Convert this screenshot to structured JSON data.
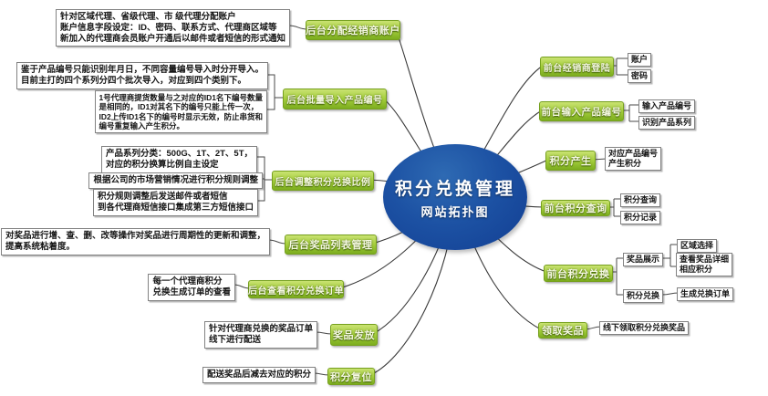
{
  "center": {
    "title": "积分兑换管理",
    "subtitle": "网站拓扑图"
  },
  "back": {
    "assign": {
      "label": "后台分配经销商账户",
      "note": "针对区域代理、省级代理、市 级代理分配账户\n账户信息字段设定：ID、密码、联系方式、代理商区域等\n新加入的代理商会员账户开通后以邮件或者短信的形式通知"
    },
    "import": {
      "label": "后台批量导入产品编号",
      "note_top": "鉴于产品编号只能识别年月日，不同容量编号导入时分开导入。\n目前主打的四个系列分四个批次导入，对应到四个类别下。",
      "note_detail": "1号代理商提货数量与之对应的ID1名下编号数量\n是相同的，ID1对其名下的编号只能上传一次，\nID2上传ID1名下的编号时显示无效，防止串货和\n编号重复输入产生积分。"
    },
    "ratio": {
      "label": "后台调整积分兑换比例",
      "note_series": "产品系列分类：500G、1T、2T、5T，\n对应的积分换算比例自主设定",
      "note_market": "根据公司的市场营销情况进行积分规则调整",
      "note_notify": "积分规则调整后发送邮件或者短信\n到各代理商短信接口集成第三方短信接口"
    },
    "prize_list": {
      "label": "后台奖品列表管理",
      "note": "对奖品进行增、查、删、改等操作对奖品进行周期性的更新和调整，\n提高系统粘着度。"
    },
    "orders": {
      "label": "后台查看积分兑换订单",
      "note": "每一个代理商积分\n兑换生成订单的查看"
    },
    "dispatch": {
      "label": "奖品发放",
      "note": "针对代理商兑换的奖品订单\n线下进行配送"
    },
    "reset": {
      "label": "积分复位",
      "note": "配送奖品后减去对应的积分"
    }
  },
  "front": {
    "login": {
      "label": "前台经销商登陆",
      "account": "账户",
      "password": "密码"
    },
    "input": {
      "label": "前台输入产品编号",
      "enter_code": "输入产品编号",
      "identify_series": "识别产品系列"
    },
    "generate": {
      "label": "积分产生",
      "note": "对应产品编号\n产生积分"
    },
    "query": {
      "label": "前台积分查询",
      "points_query": "积分查询",
      "points_record": "积分记录"
    },
    "exchange": {
      "label": "前台积分兑换",
      "prize_show": "奖品展示",
      "region_select": "区域选择",
      "prize_detail": "查看奖品详细\n相应积分",
      "points_exchange": "积分兑换",
      "create_order": "生成兑换订单"
    },
    "receive": {
      "label": "领取奖品",
      "note": "线下领取积分兑换奖品"
    }
  },
  "colors": {
    "node_green_top": "#c9e272",
    "node_green_bottom": "#7cad1e",
    "node_border": "#76a01e",
    "center_blue": "#1c51a3",
    "wire": "#3a3a3a",
    "note_border": "#828282"
  }
}
